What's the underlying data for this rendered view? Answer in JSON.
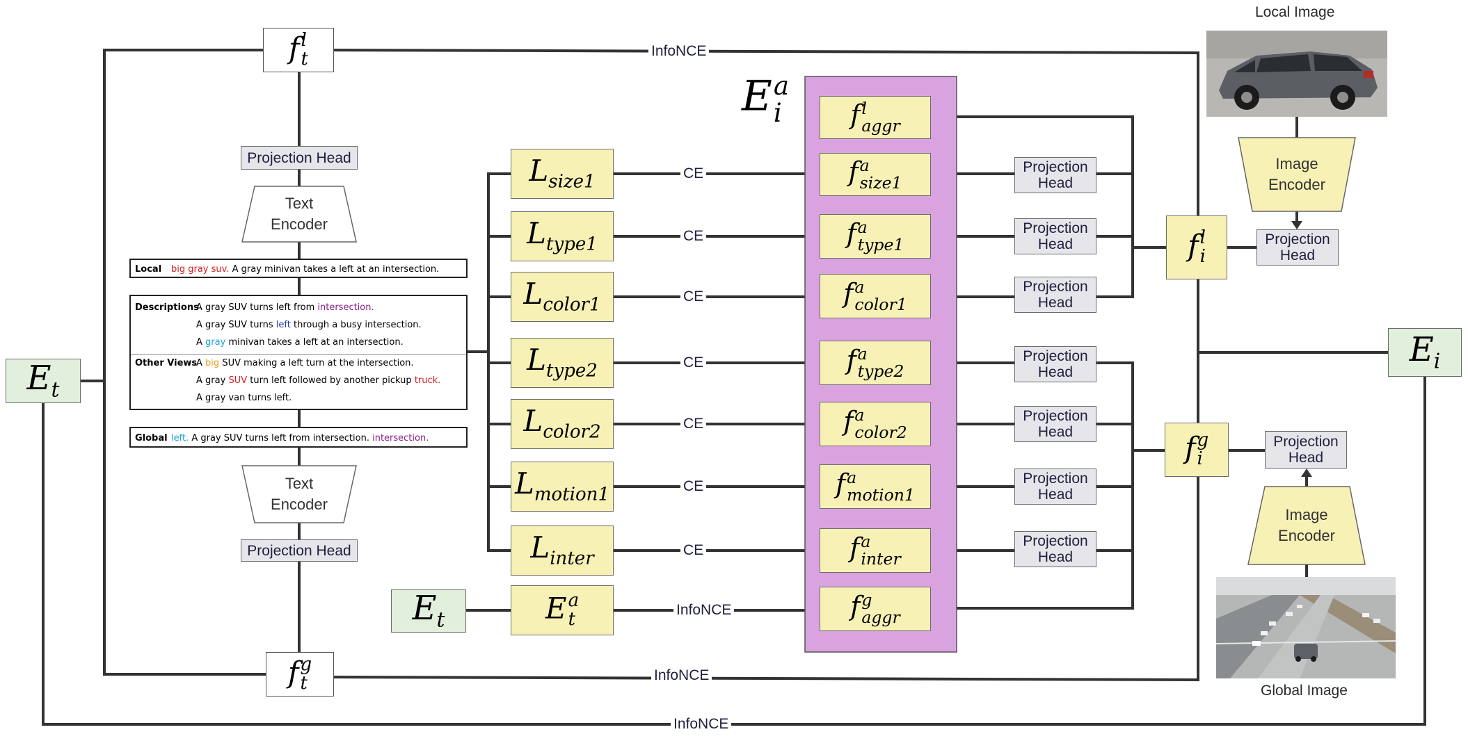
{
  "colors": {
    "yellow_box": "#f7f1b5",
    "green_box": "#e2efdc",
    "purple_panel": "#d9a3e0",
    "projection_head_box": "#e6e6ea",
    "wire": "#333333",
    "text_red": "#d62020",
    "text_blue": "#1a3ab8",
    "text_cyan": "#1ba3d6",
    "text_orange": "#e89b1c",
    "text_purple": "#8a1f8a"
  },
  "labels": {
    "infonce": "InfoNCE",
    "ce": "CE",
    "projection_head": "Projection Head",
    "projection_head_stacked": "Projection\nHead",
    "text_encoder": "Text\nEncoder",
    "image_encoder": "Image\nEncoder",
    "local_image": "Local Image",
    "global_image": "Global Image"
  },
  "math": {
    "E": "E",
    "f": "f",
    "L": "L",
    "t": "t",
    "i": "i",
    "a": "a",
    "l": "l",
    "g": "g",
    "aggr": "aggr",
    "size1": "size1",
    "type1": "type1",
    "color1": "color1",
    "type2": "type2",
    "color2": "color2",
    "motion1": "motion1",
    "inter": "inter"
  },
  "text_panel": {
    "local": {
      "header": "Local",
      "highlight": "big gray suv.",
      "text": "A gray minivan takes a left at an intersection."
    },
    "descriptions": {
      "header": "Descriptions",
      "line1_pre": "A gray SUV turns left from",
      "line1_hl": "intersection.",
      "line2_pre": "A gray SUV turns",
      "line2_hl": "left",
      "line2_post": "through a busy intersection.",
      "line3_pre": "A",
      "line3_hl": "gray",
      "line3_post": "minivan takes a left at an intersection."
    },
    "other_views": {
      "header": "Other Views",
      "line1_pre": "A",
      "line1_hl": "big",
      "line1_post": "SUV making a left turn at the intersection.",
      "line2_pre": "A gray",
      "line2_hl": "SUV",
      "line2_mid": "turn left followed by another pickup",
      "line2_hl2": "truck.",
      "line3": "A gray van turns left."
    },
    "global": {
      "header": "Global",
      "highlight": "left.",
      "text": "A gray SUV turns left from intersection.",
      "highlight2": "intersection."
    }
  }
}
